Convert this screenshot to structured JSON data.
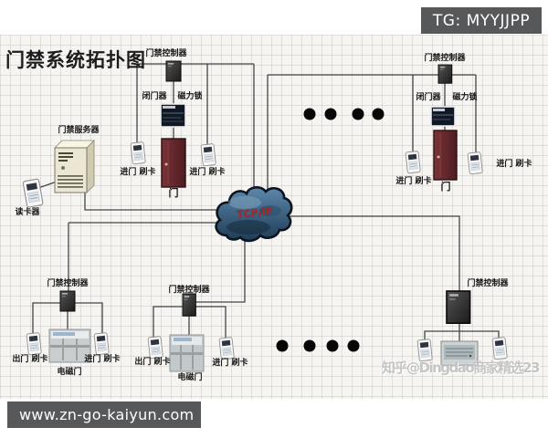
{
  "header": {
    "title": "门禁系统拓扑图",
    "tg_badge": "TG: MYYJJPP"
  },
  "footer": {
    "site_url": "www.zn-go-kaiyun.com"
  },
  "watermark": {
    "text": "知乎@Dingdao商家精选23"
  },
  "network": {
    "cloud_label": "TCP/IP"
  },
  "server": {
    "label": "门禁服务器",
    "reader_label": "读卡器"
  },
  "door_groups": [
    {
      "position": "top-center",
      "controller_label": "门禁控制器",
      "closer_label": "闭门器",
      "lock_label": "磁力锁",
      "door_label": "门",
      "left_reader_label": "进门 刷卡",
      "right_reader_label": "进门 刷卡"
    },
    {
      "position": "top-right",
      "controller_label": "门禁控制器",
      "closer_label": "闭门器",
      "lock_label": "磁力锁",
      "door_label": "门",
      "left_reader_label": "进门 刷卡",
      "right_reader_label": "进门 刷卡"
    },
    {
      "position": "bottom-left",
      "controller_label": "门禁控制器",
      "door_label": "电磁门",
      "left_reader_label": "出门 刷卡",
      "right_reader_label": "进门 刷卡"
    },
    {
      "position": "bottom-center",
      "controller_label": "门禁控制器",
      "door_label": "电磁门",
      "left_reader_label": "出门 刷卡",
      "right_reader_label": "进门 刷卡"
    },
    {
      "position": "bottom-right",
      "controller_label": "门禁控制器"
    }
  ],
  "colors": {
    "badge_bg": "#57585a",
    "cloud_fill": "#3e6b8f",
    "door_red": "#6f2d32",
    "cloud_text_red": "#a52a2a"
  }
}
